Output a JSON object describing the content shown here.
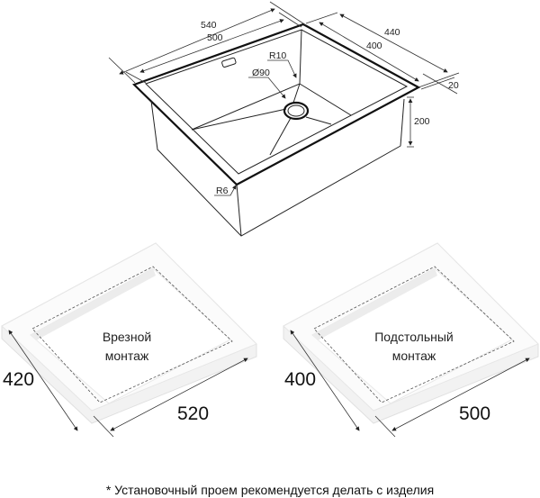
{
  "sink_dimensions": {
    "outer_length": "540",
    "inner_length": "500",
    "outer_width": "440",
    "inner_width": "400",
    "rim": "20",
    "depth": "200",
    "corner_radius_inner": "R10",
    "corner_radius_outer": "R6",
    "drain_diameter": "Ø90"
  },
  "mounting": [
    {
      "label_line1": "Врезной",
      "label_line2": "монтаж",
      "width": "420",
      "length": "520"
    },
    {
      "label_line1": "Подстольный",
      "label_line2": "монтаж",
      "width": "400",
      "length": "500"
    }
  ],
  "footnote": "* Установочный проем рекомендуется делать с изделия"
}
